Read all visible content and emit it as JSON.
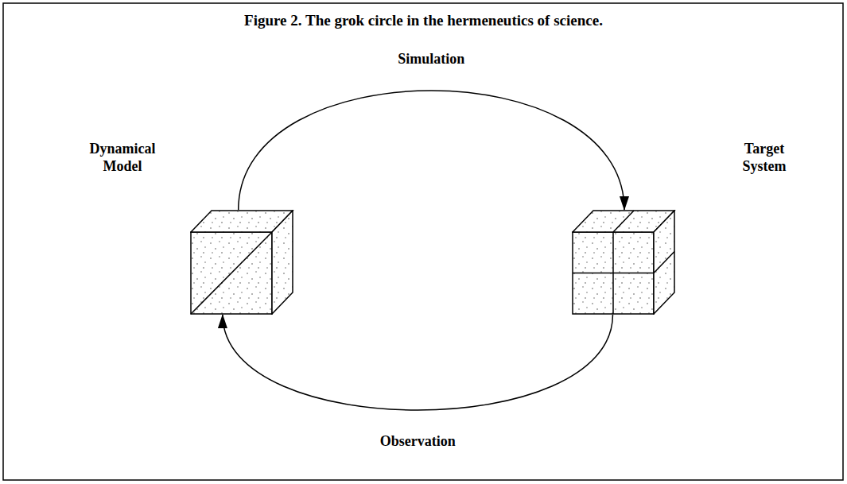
{
  "diagram": {
    "title": "Figure 2. The grok circle in the hermeneutics of science.",
    "nodes": [
      {
        "text": [
          "Dynamical Model"
        ]
      },
      {
        "text": [
          "Target System"
        ]
      }
    ],
    "edges": [
      {
        "from": 0,
        "to": 1,
        "arrow": "to",
        "label": "Simulation"
      },
      {
        "from": 1,
        "to": 0,
        "arrow": "to",
        "label": "Observation"
      }
    ]
  }
}
